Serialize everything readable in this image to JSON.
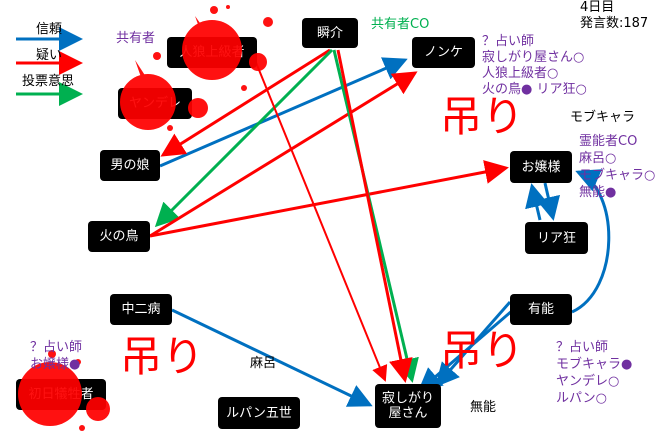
{
  "legend": {
    "trust": "信頼",
    "doubt": "疑い",
    "vote": "投票意思"
  },
  "colors": {
    "trust": "#0070c0",
    "doubt": "#ff0000",
    "vote": "#00b050",
    "note": "#7030a0",
    "hang": "#ff0000"
  },
  "header": {
    "day": "4日目",
    "posts": "発言数:187"
  },
  "nodes": {
    "jinro": "人狼上級者",
    "yandere": "ヤンデレ",
    "shunsuke": "瞬介",
    "nonke": "ノンケ",
    "otokonoko": "男の娘",
    "ojousama": "お嬢様",
    "hinotori": "火の鳥",
    "riakyo": "リア狂",
    "chuunibyou": "中二病",
    "yuunou": "有能",
    "shonichi": "初日犠牲者",
    "lupin": "ルパン五世",
    "sabishigari": "寂しがり屋さん"
  },
  "notes": {
    "kyouyuusha": "共有者",
    "shunsuke_co": "共有者CO",
    "nonke_notes": [
      "？占い師",
      "寂しがり屋さん○",
      "人狼上級者○",
      "火の鳥● リア狂○"
    ],
    "nonke_extra": "モブキャラ",
    "ojou_notes": [
      "霊能者CO",
      "麻呂○",
      "モブキャラ○",
      "無能●"
    ],
    "shonichi_notes": [
      "？占い師",
      "お嬢様●"
    ],
    "shonichi_extra": "麻呂",
    "yuunou_notes": [
      "？占い師",
      "モブキャラ●",
      "ヤンデレ○",
      "ルパン○"
    ],
    "yuunou_extra": "無能"
  },
  "hang_label": "吊り"
}
